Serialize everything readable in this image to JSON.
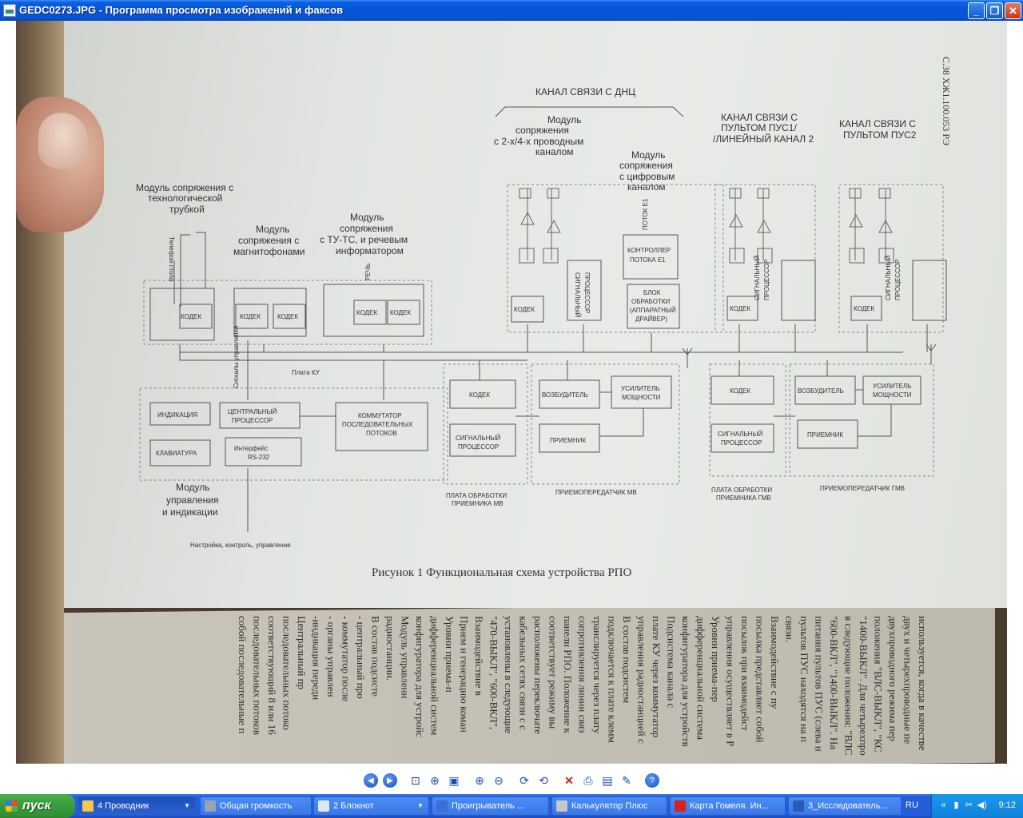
{
  "window": {
    "title": "GEDC0273.JPG - Программа просмотра изображений и факсов",
    "buttons": [
      "minimize",
      "maximize",
      "close"
    ]
  },
  "photo": {
    "page_header_right": "С.38  ХЖ1.100.053 РЭ",
    "labels": {
      "kanal_dnc": "КАНАЛ СВЯЗИ С ДНЦ",
      "kanal_pus1_l1": "КАНАЛ СВЯЗИ С",
      "kanal_pus1_l2": "ПУЛЬТОМ ПУС1/",
      "kanal_pus1_l3": "/ЛИНЕЙНЫЙ КАНАЛ 2",
      "kanal_pus2_l1": "КАНАЛ СВЯЗИ С",
      "kanal_pus2_l2": "ПУЛЬТОМ ПУС2",
      "mod_2x4x_l1": "Модуль",
      "mod_2x4x_l2": "сопряжения",
      "mod_2x4x_l3": "с 2-х/4-х проводным",
      "mod_2x4x_l4": "каналом",
      "mod_digital_l1": "Модуль",
      "mod_digital_l2": "сопряжения",
      "mod_digital_l3": "с цифровым",
      "mod_digital_l4": "каналом",
      "mod_tube_l1": "Модуль сопряжения с",
      "mod_tube_l2": "технологической",
      "mod_tube_l3": "трубкой",
      "mod_magn_l1": "Модуль",
      "mod_magn_l2": "сопряжения с",
      "mod_magn_l3": "магнитофонами",
      "mod_tutc_l1": "Модуль",
      "mod_tutc_l2": "сопряжения",
      "mod_tutc_l3": "с ТУ-ТС, и речевым",
      "mod_tutc_l4": "информатором",
      "codec": "КОДЕК",
      "controller_l1": "КОНТРОЛЛЕР",
      "controller_l2": "ПОТОКА Е1",
      "block_l1": "БЛОК",
      "block_l2": "ОБРАБОТКИ",
      "block_l3": "(АППАРАТНЫЙ",
      "block_l4": "ДРАЙВЕР)",
      "signal_proc_l1": "СИГНАЛЬНЫЙ",
      "signal_proc_l2": "ПРОЦЕССОР",
      "potok_e1": "ПОТОК Е1",
      "plata_ku": "Плата КУ",
      "signaly_upr": "Сигналы управления",
      "indikaciya": "ИНДИКАЦИЯ",
      "central_l1": "ЦЕНТРАЛЬНЫЙ",
      "central_l2": "ПРОЦЕССОР",
      "kommutator_l1": "КОММУТАТОР",
      "kommutator_l2": "ПОСЛЕДОВАТЕЛЬНЫХ",
      "kommutator_l3": "ПОТОКОВ",
      "klaviatura": "КЛАВИАТУРА",
      "interface_l1": "Интерфейс",
      "interface_l2": "RS-232",
      "mod_upr_l1": "Модуль",
      "mod_upr_l2": "управления",
      "mod_upr_l3": "и индикации",
      "nastroika": "Настройка, контроль, управление",
      "vozbuditel": "ВОЗБУДИТЕЛЬ",
      "usilitel_l1": "УСИЛИТЕЛЬ",
      "usilitel_l2": "МОЩНОСТИ",
      "priemnik": "ПРИЕМНИК",
      "plata_mv_l1": "ПЛАТА ОБРАБОТКИ",
      "plata_mv_l2": "ПРИЕМНИКА МВ",
      "prp_mv": "ПРИЕМОПЕРЕДАТЧИК МВ",
      "plata_gmv_l1": "ПЛАТА ОБРАБОТКИ",
      "plata_gmv_l2": "ПРИЕМНИКА ГМВ",
      "prp_gmv": "ПРИЕМОПЕРЕДАТЧИК ГМВ",
      "rech": "РЕЧЬ",
      "trubka_side": "Телефон стола",
      "caption": "Рисунок 1  Функциональная схема устройства РПО"
    },
    "lower_page_lines": [
      "используется, когда в качестве",
      "двух и четырехпроводные пе",
      "двухпроводного режима пер",
      "положения \"ВЛС-ВЫКЛ\", \"КС",
      "\"1400-ВЫКЛ\". Для четырехпро",
      "в следующие положения: \"ВЛС",
      "\"600-ВКЛ\", \"1400-ВЫКЛ\". На",
      "питания пультов ПУС (слева н",
      "пультов ПУС находятся на п",
      "связи.",
      "Взаимодействие с пу",
      "посылка представляет собой",
      "посылок при взаимодейст",
      "управления осуществляет в Р",
      "Уровни приема-пер",
      "дифференциальной система",
      "конфигуратора для устройств",
      "Подсистема канала с",
      "плате КУ через коммутатор",
      "управления радиостанцией с",
      "В состав подсистем",
      "подключается к плате клемм",
      "транслируется через плату",
      "сопротивления линии связ",
      "панели РПО. Положение к",
      "соответствует режиму вы",
      "расположены переключате",
      "кабельных сетях связи с с",
      "установлены в следующие",
      "\"470-ВЫКЛ\", \"600-ВКЛ\", ",
      "Взаимодействие в ",
      "Прием и генерацию коман",
      "Уровни приема-п",
      "дифференциальной систем",
      "конфигуратора для устройс",
      "Модуль управлени",
      "радиостанции.",
      "В состав подсисте",
      "- центральный про",
      "- коммутатор после",
      "- органы управлен",
      "-индикация переди",
      "Центральный пр",
      "последовательных потоко",
      "соответствующий 8 или 16",
      "последовательных потоков",
      "собой последовательные п"
    ]
  },
  "toolbar": {
    "buttons": [
      {
        "name": "previous-image-icon",
        "glyph": "◀"
      },
      {
        "name": "next-image-icon",
        "glyph": "▶"
      },
      {
        "name": "best-fit-icon",
        "glyph": "⊡"
      },
      {
        "name": "actual-size-icon",
        "glyph": "⊕"
      },
      {
        "name": "slideshow-icon",
        "glyph": "▣"
      },
      {
        "name": "zoom-in-icon",
        "glyph": "⊕"
      },
      {
        "name": "zoom-out-icon",
        "glyph": "⊖"
      },
      {
        "name": "rotate-clockwise-icon",
        "glyph": "⟳"
      },
      {
        "name": "rotate-counterclockwise-icon",
        "glyph": "⟲"
      },
      {
        "name": "delete-icon",
        "glyph": "✕"
      },
      {
        "name": "print-icon",
        "glyph": "⎙"
      },
      {
        "name": "save-icon",
        "glyph": "▤"
      },
      {
        "name": "edit-icon",
        "glyph": "✎"
      },
      {
        "name": "help-icon",
        "glyph": "?"
      }
    ]
  },
  "taskbar": {
    "start_label": "пуск",
    "tasks": [
      {
        "label": "4 Проводник",
        "icon_color": "#f2c94c",
        "dropdown": "▼"
      },
      {
        "label": "Общая громкость",
        "icon_color": "#9aa4b0",
        "dropdown": ""
      },
      {
        "label": "2 Блокнот",
        "icon_color": "#dfe7ef",
        "dropdown": "▼"
      },
      {
        "label": "Проигрыватель ...",
        "icon_color": "#3a6fd8",
        "dropdown": ""
      },
      {
        "label": "Калькулятор Плюс",
        "icon_color": "#c8c8c8",
        "dropdown": ""
      },
      {
        "label": "Карта Гомеля. Ин...",
        "icon_color": "#d82020",
        "dropdown": ""
      },
      {
        "label": "3_Исследователь...",
        "icon_color": "#2a5ab8",
        "dropdown": ""
      }
    ],
    "language": "RU",
    "clock": "9:12"
  }
}
